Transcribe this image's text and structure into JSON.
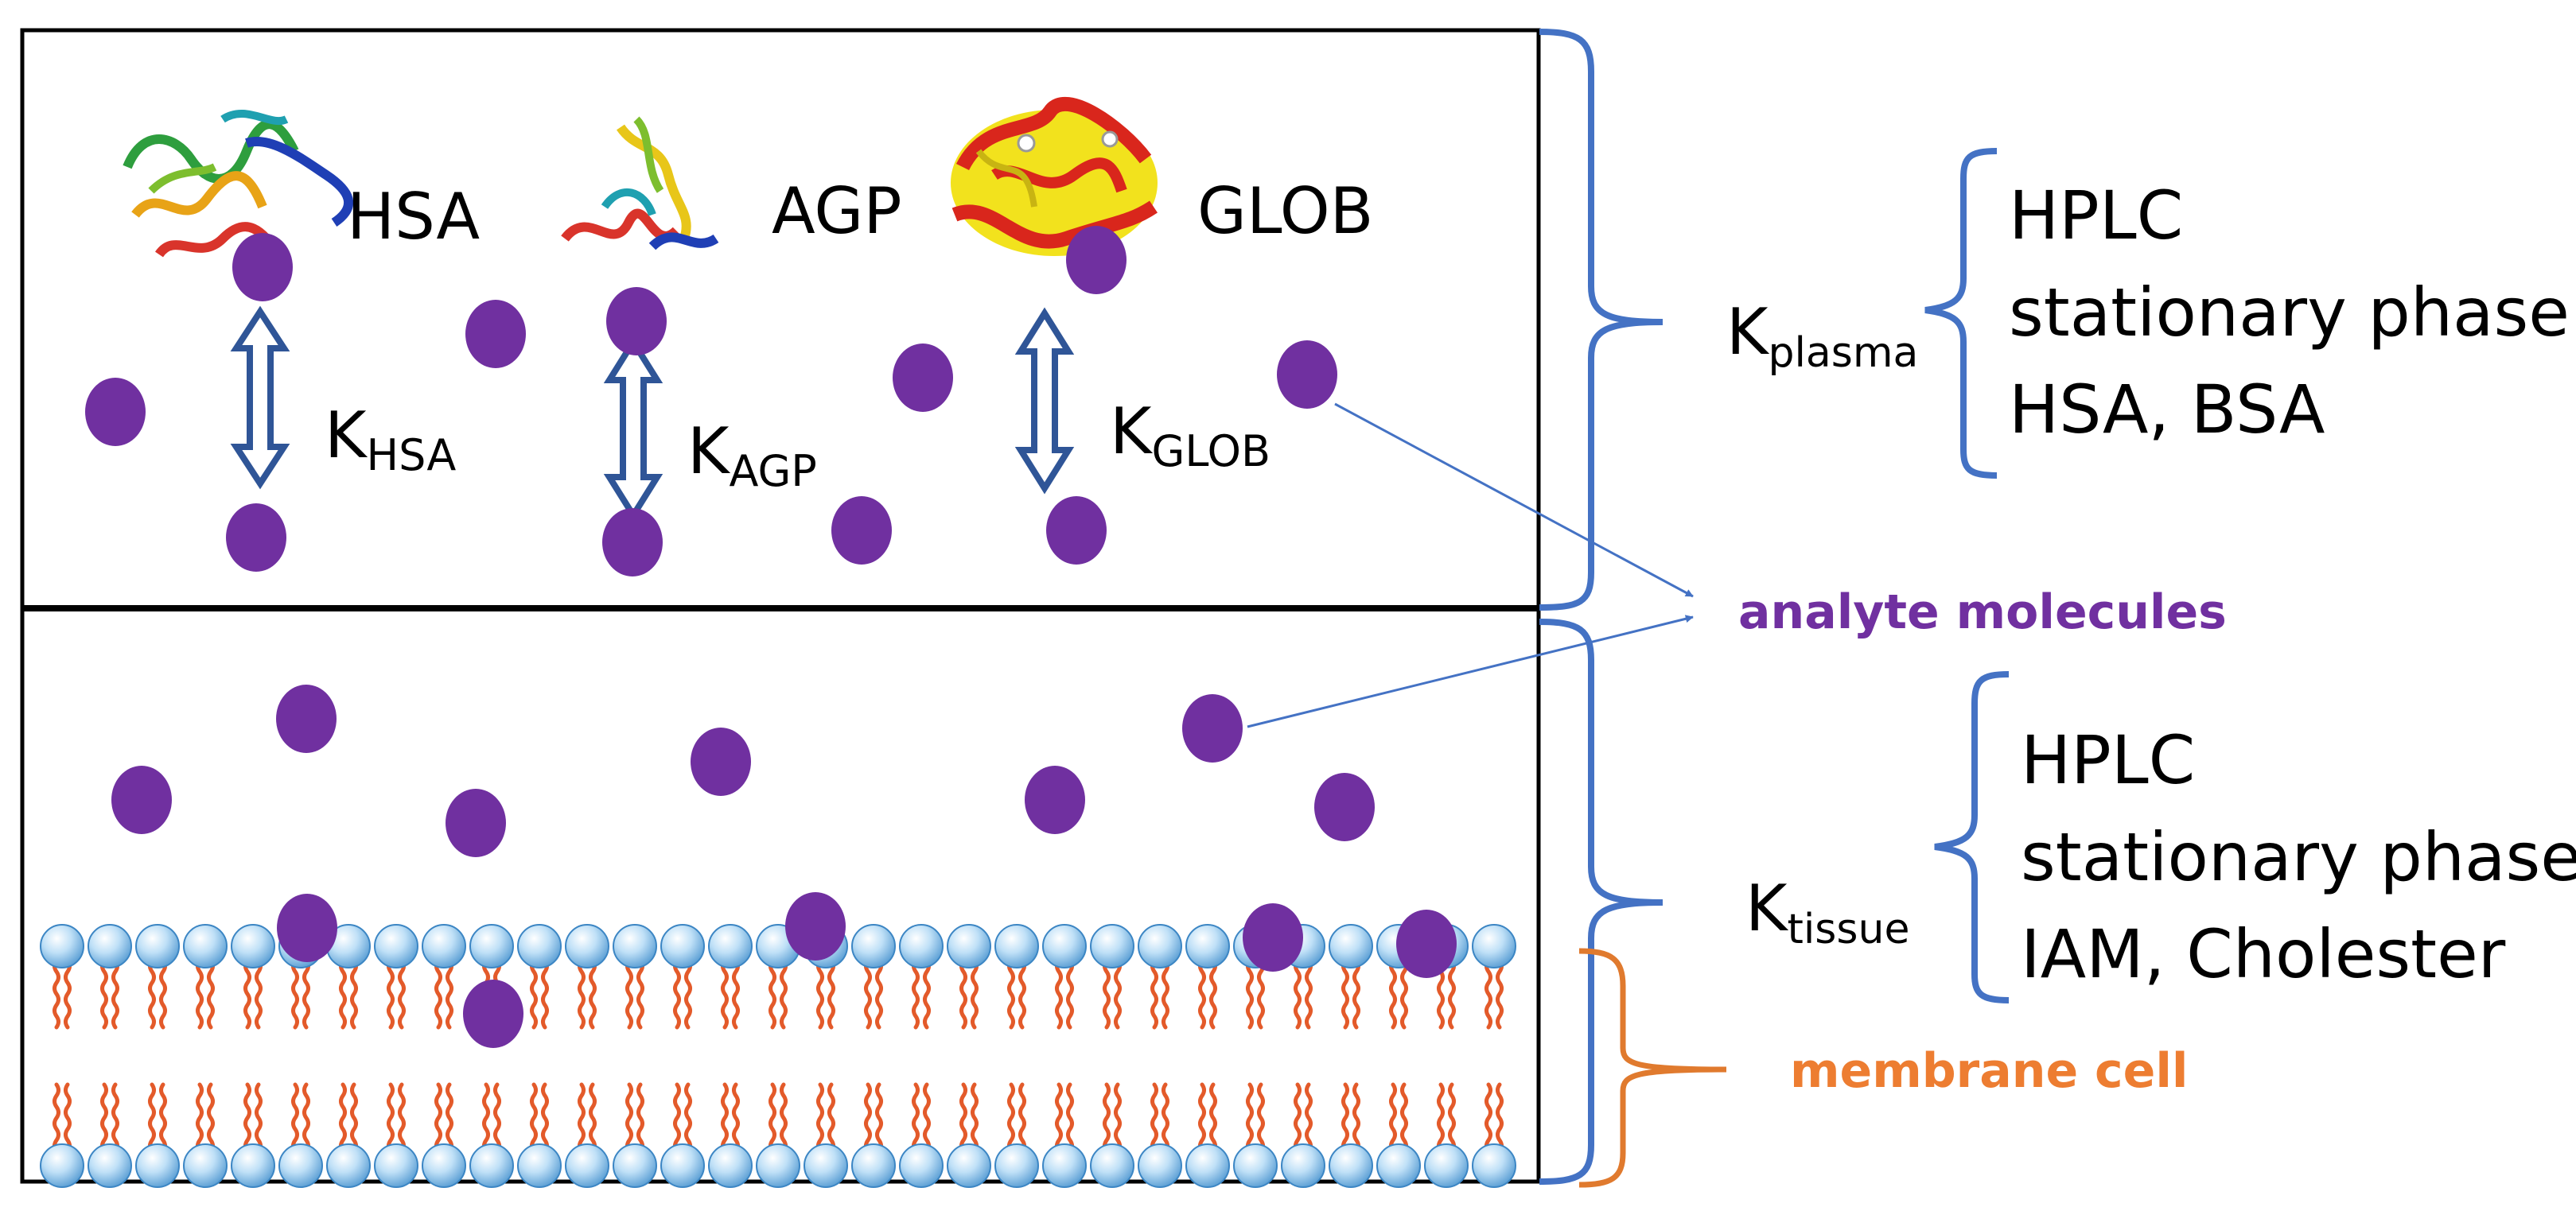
{
  "proteins": [
    {
      "name": "HSA",
      "constant_base": "K",
      "constant_sub": "HSA"
    },
    {
      "name": "AGP",
      "constant_base": "K",
      "constant_sub": "AGP"
    },
    {
      "name": "GLOB",
      "constant_base": "K",
      "constant_sub": "GLOB"
    }
  ],
  "plasma": {
    "constant_base": "K",
    "constant_sub": "plasma",
    "hplc_lines": [
      "HPLC",
      "stationary phase",
      "HSA, BSA"
    ]
  },
  "tissue": {
    "constant_base": "K",
    "constant_sub": "tissue",
    "hplc_lines": [
      "HPLC",
      "stationary phase",
      "IAM, Cholester"
    ]
  },
  "annotations": {
    "analyte": "analyte molecules",
    "membrane": "membrane cell"
  },
  "colors": {
    "analyte": "#7030A0",
    "bracket_blue": "#4472C4",
    "arrow_navy": "#2F5597",
    "membrane_orange": "#E35A2A",
    "membrane_label": "#ED7D31",
    "head_light": "#DDEEFB",
    "head_dark": "#5FA3D8"
  },
  "icons": [
    "protein-structure-icon",
    "double-arrow-icon",
    "lipid-bilayer-icon",
    "curly-brace-icon"
  ]
}
